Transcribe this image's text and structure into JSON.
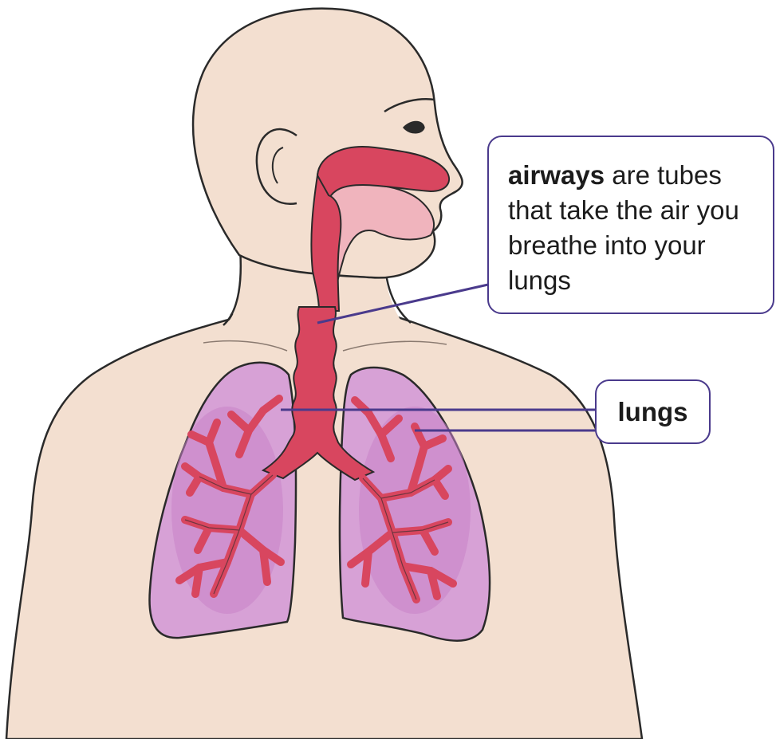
{
  "labels": {
    "airways": {
      "term": "airways",
      "description": " are tubes that take the air you breathe into your lungs"
    },
    "lungs": {
      "term": "lungs"
    }
  },
  "colors": {
    "skin": "#f3dfd0",
    "outline": "#2a2a2a",
    "airway": "#d8465f",
    "airway_light": "#f0b4bd",
    "lung": "#d7a1d6",
    "lung_inner": "#c884c8",
    "leader_line": "#4a3a8c"
  }
}
